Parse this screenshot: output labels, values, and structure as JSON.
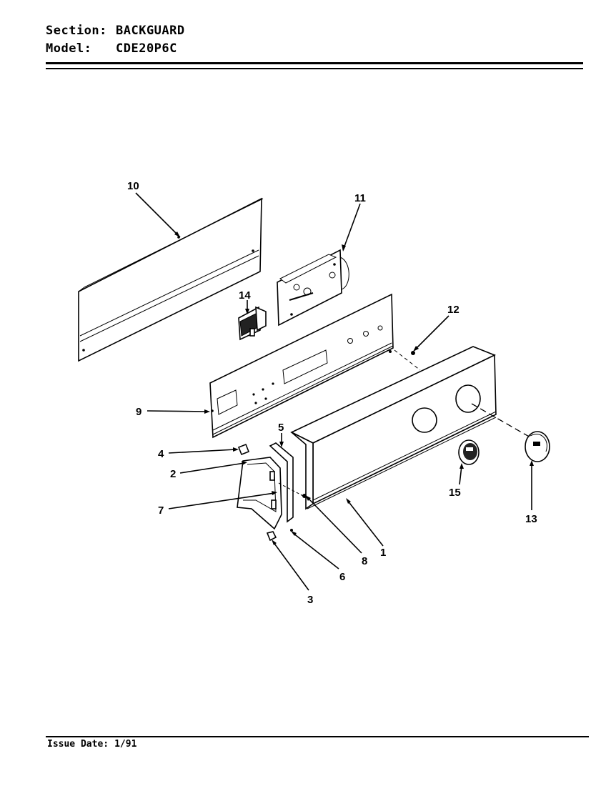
{
  "header": {
    "section_key": "Section:",
    "section_value": "BACKGUARD",
    "model_key": "Model:",
    "model_value": "CDE20P6C"
  },
  "footer": {
    "issue_key": "Issue Date:",
    "issue_value": "1/91"
  },
  "callouts": {
    "c1": "1",
    "c2": "2",
    "c3": "3",
    "c4": "4",
    "c5": "5",
    "c6": "6",
    "c7": "7",
    "c8": "8",
    "c9": "9",
    "c10": "10",
    "c11": "11",
    "c12": "12",
    "c13": "13",
    "c14": "14",
    "c15": "15"
  }
}
